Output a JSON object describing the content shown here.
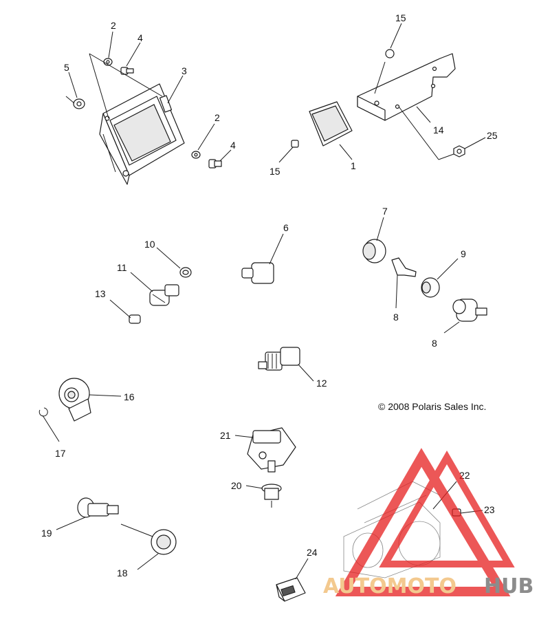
{
  "copyright": "© 2008 Polaris Sales Inc.",
  "watermark": {
    "part_a": "AUTOMOTO",
    "part_b": "HUB",
    "color_a": "#f0b86a",
    "color_b": "#666666",
    "triangle_color": "#e62020"
  },
  "callouts": [
    "1",
    "2",
    "3",
    "4",
    "5",
    "6",
    "7",
    "8",
    "9",
    "10",
    "11",
    "12",
    "13",
    "14",
    "15",
    "16",
    "17",
    "18",
    "19",
    "20",
    "21",
    "22",
    "23",
    "24",
    "25"
  ]
}
